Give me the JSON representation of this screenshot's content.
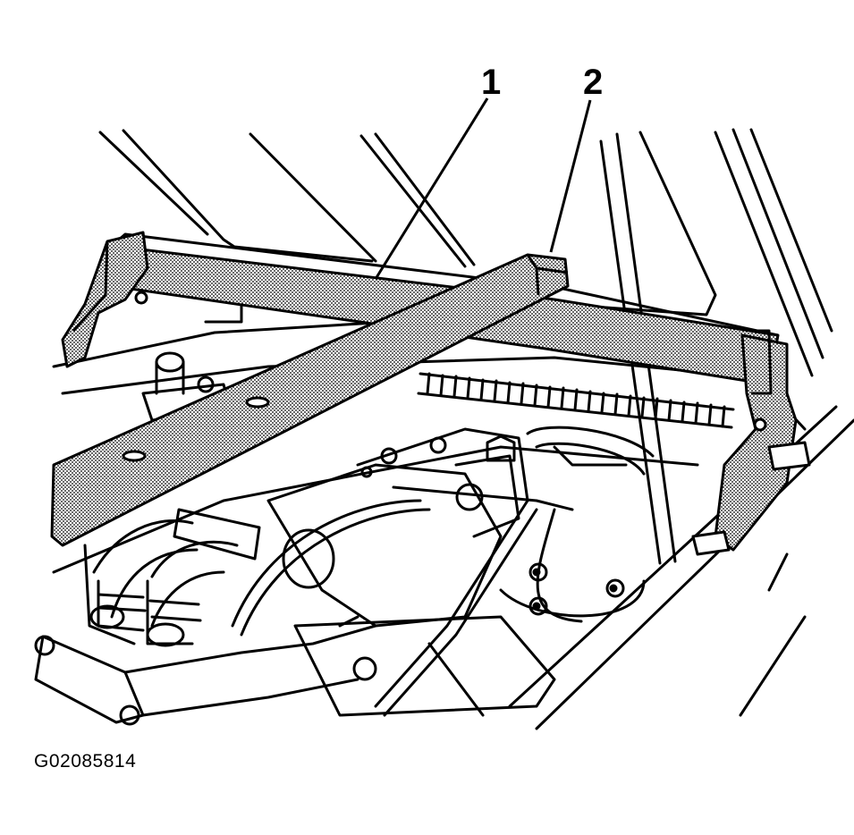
{
  "callouts": {
    "one": "1",
    "two": "2"
  },
  "figure_id": "G02085814",
  "colors": {
    "ink": "#000000",
    "stipple": "#8a8a8a",
    "paper": "#ffffff"
  }
}
